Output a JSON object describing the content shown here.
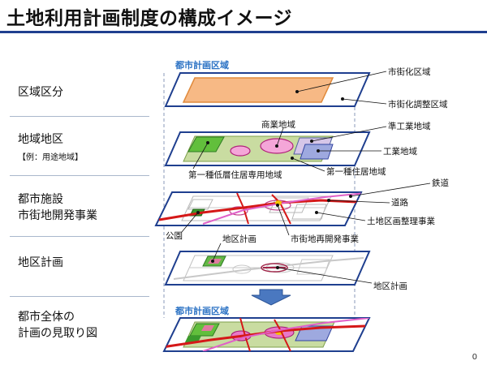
{
  "title": "土地利用計画制度の構成イメージ",
  "page_number": "0",
  "rows": {
    "zoning": {
      "label": "区域区分"
    },
    "district": {
      "label": "地域地区",
      "sub": "【例：用途地域】"
    },
    "facilities": {
      "label_line1": "都市施設",
      "label_line2": "市街地開発事業"
    },
    "district_plan": {
      "label": "地区計画"
    },
    "overview": {
      "label_line1": "都市全体の",
      "label_line2": "計画の見取り図"
    }
  },
  "diagram": {
    "area_label_top": "都市計画区域",
    "area_label_bottom": "都市計画区域",
    "callouts": {
      "urbanization_area": "市街化区域",
      "urbanization_control_area": "市街化調整区域",
      "commercial_area": "商業地域",
      "semi_industrial_area": "準工業地域",
      "industrial_area": "工業地域",
      "low_rise_residential": "第一種低層住居専用地域",
      "residential_1": "第一種住居地域",
      "railway": "鉄道",
      "road": "道路",
      "land_readjustment": "土地区画整理事業",
      "park": "公園",
      "district_plan_a": "地区計画",
      "urban_redevelopment": "市街地再開発事業",
      "district_plan_b": "地区計画"
    }
  },
  "colors": {
    "accent_blue": "#1f3f8f",
    "area_label_blue": "#2b72c4",
    "urbanization_orange": "#f7b985",
    "green_area": "#c9dca1",
    "pink_area": "#e878c8",
    "industrial_blue": "#9ea9df",
    "road_red": "#d51818",
    "rail_pink": "#e060c8"
  }
}
